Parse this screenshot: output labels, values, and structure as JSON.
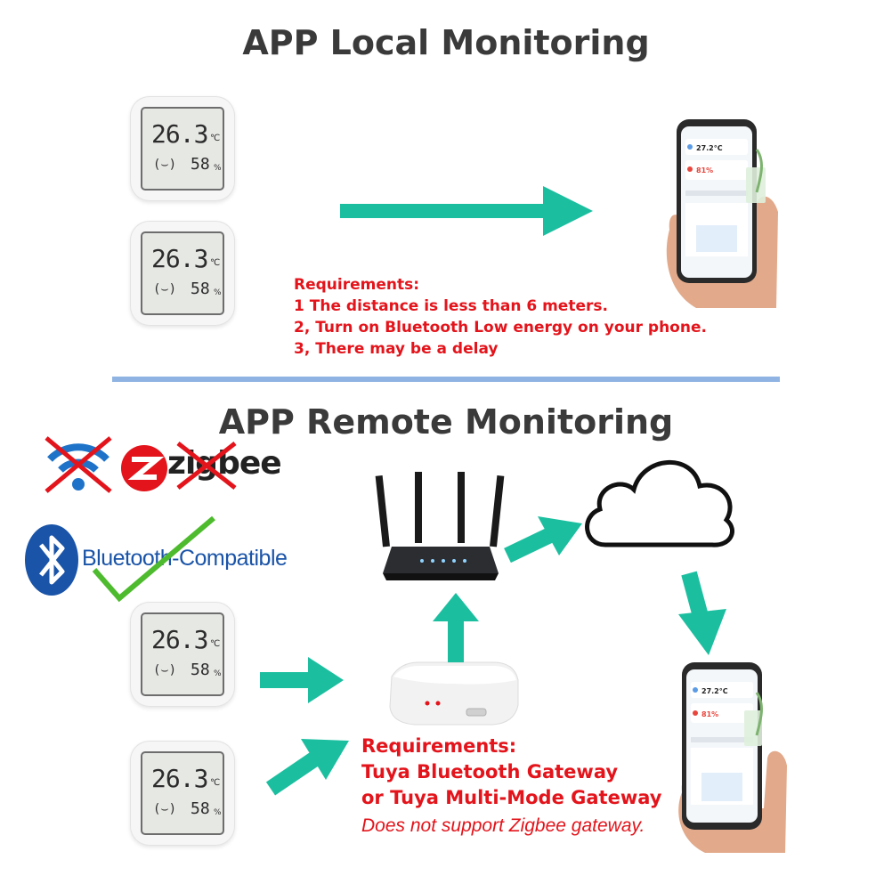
{
  "colors": {
    "accent": "#1bbfa0",
    "requirement": "#e3141b",
    "divider": "#8fb4e3",
    "title": "#3a3a3a"
  },
  "local": {
    "title": "APP Local  Monitoring",
    "requirements": {
      "heading": "Requirements:",
      "lines": [
        " 1 The distance  is less than 6 meters.",
        " 2, Turn on Bluetooth Low energy on your phone.",
        " 3, There may be a delay"
      ]
    }
  },
  "remote": {
    "title": "APP Remote Monitoring",
    "zigbee_text": "zigbee",
    "bluetooth_text": "Bluetooth-Compatible",
    "requirements": {
      "heading": "Requirements:",
      "lines": [
        "Tuya Bluetooth Gateway",
        "or Tuya Multi-Mode Gateway"
      ],
      "note": "Does not support Zigbee gateway."
    }
  },
  "sensor": {
    "temp": "26.3",
    "unit": "℃",
    "face": "(⌣)",
    "humidity": "58",
    "humidity_unit": "%"
  },
  "phone": {
    "temp": "27.2°C",
    "humidity": "81%"
  },
  "icons": [
    "wifi-icon",
    "zigbee-logo-icon",
    "bluetooth-icon",
    "check-icon",
    "router-icon",
    "gateway-icon",
    "cloud-icon",
    "phone-icon",
    "hand-icon",
    "arrow-icon"
  ]
}
